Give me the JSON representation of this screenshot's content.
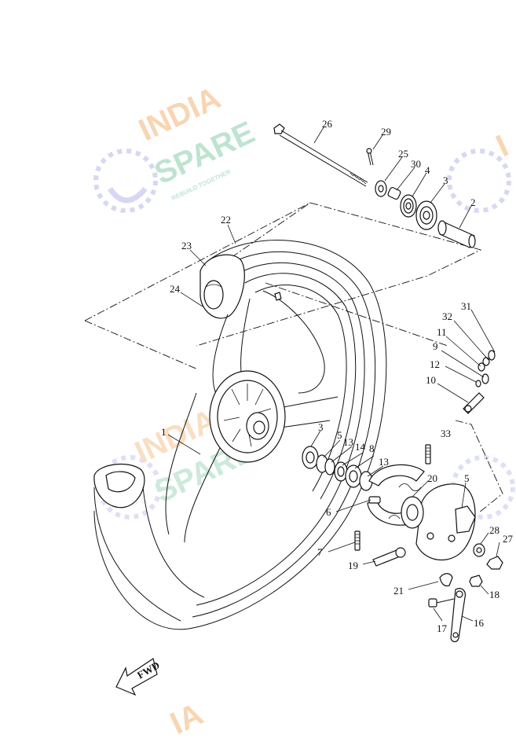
{
  "watermark": {
    "line1": "INDIA",
    "line2": "SPARE",
    "tagline": "REBUILD TOGETHER",
    "colors": {
      "orange": "#f6c89a",
      "green": "#a9dcc0",
      "blue": "#c9cbf0"
    }
  },
  "callouts": [
    "26",
    "29",
    "25",
    "30",
    "4",
    "3",
    "2",
    "22",
    "23",
    "24",
    "31",
    "32",
    "11",
    "9",
    "12",
    "10",
    "1",
    "3",
    "5",
    "13",
    "14",
    "8",
    "33",
    "13",
    "20",
    "5",
    "6",
    "28",
    "27",
    "7",
    "19",
    "21",
    "18",
    "17",
    "16"
  ],
  "fwd_label": "FWD"
}
